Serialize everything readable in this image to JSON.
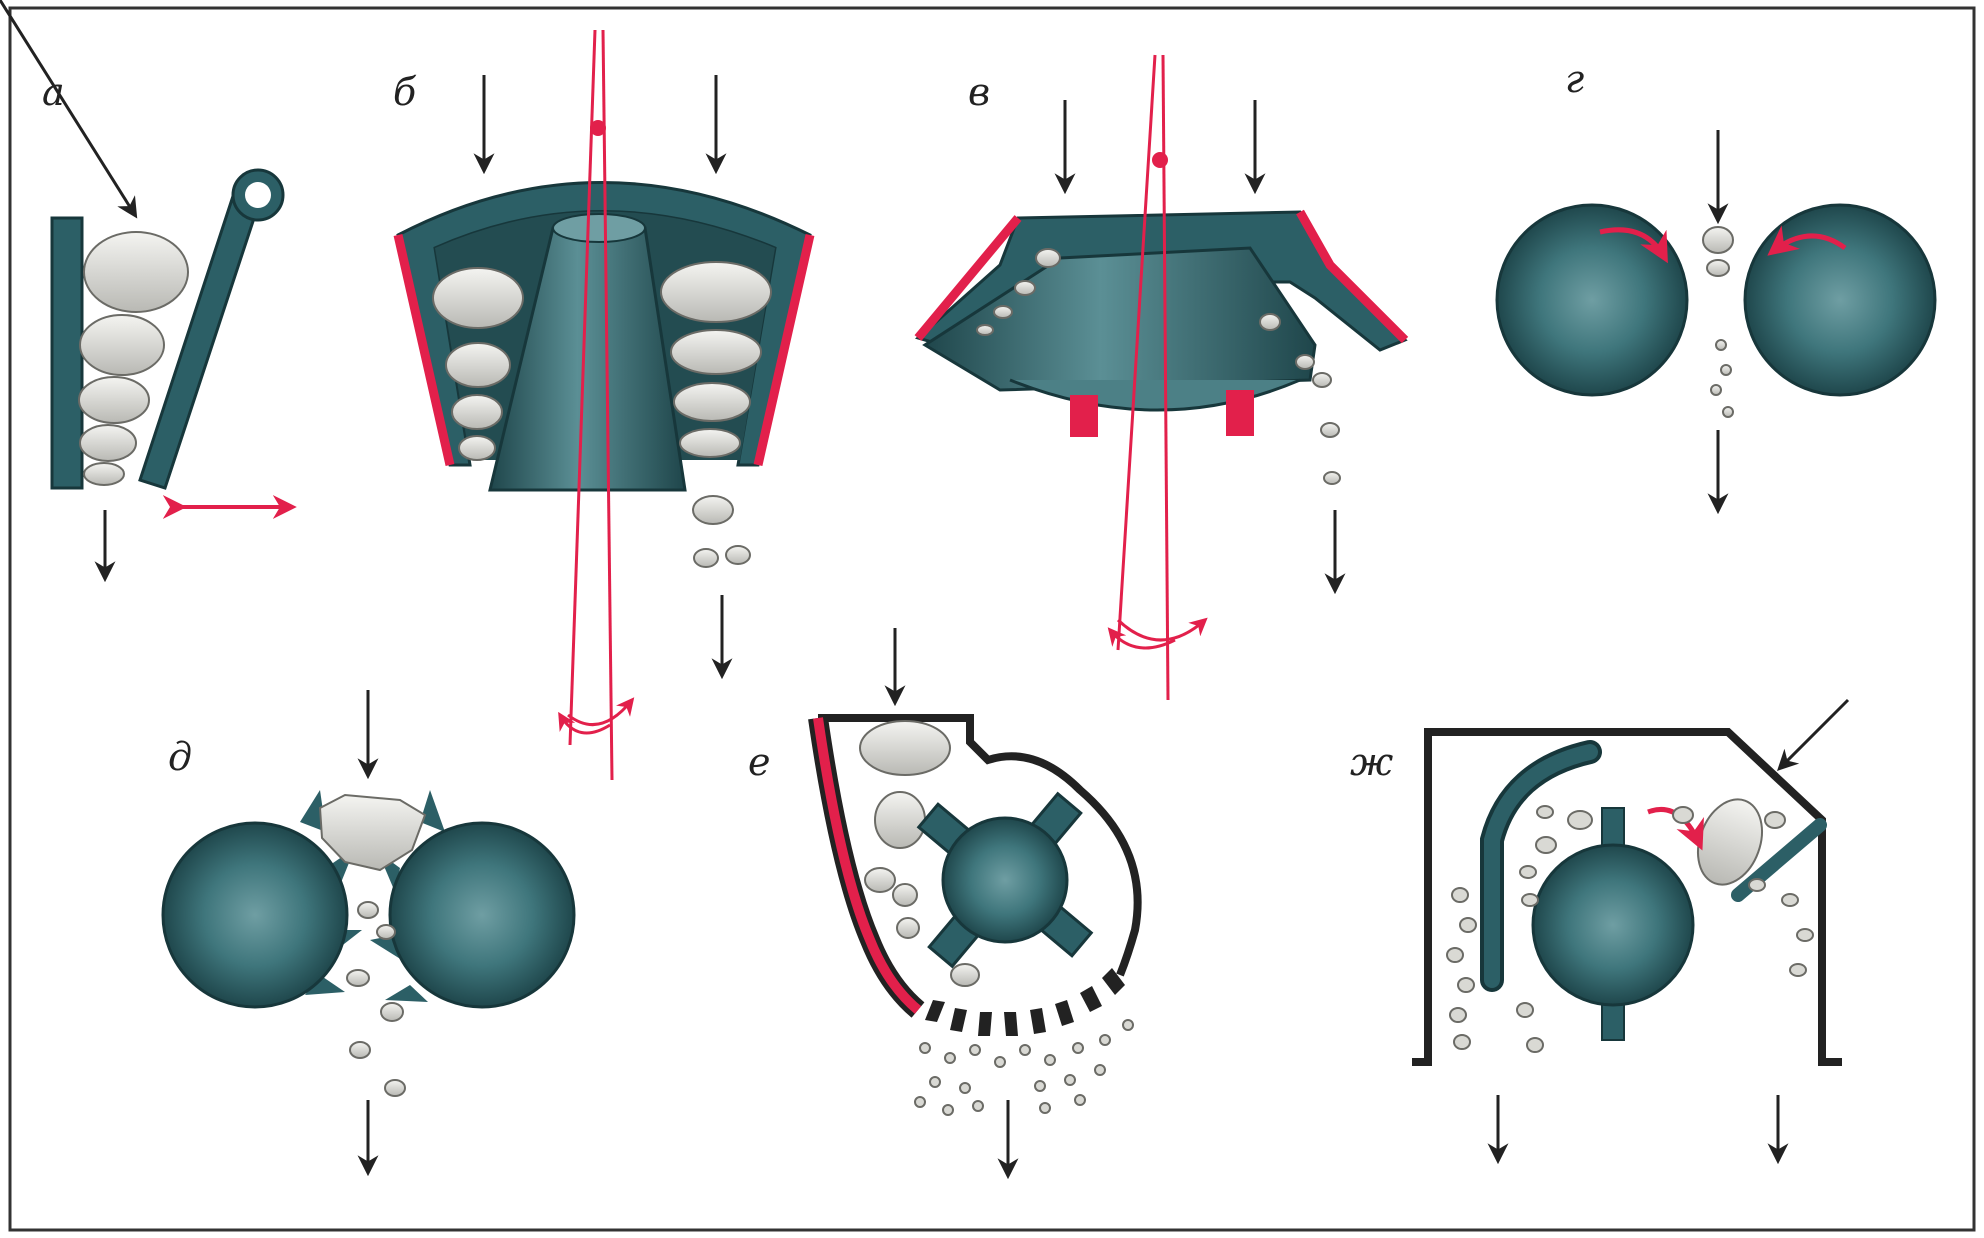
{
  "colors": {
    "steel": "#2c5f66",
    "steel_light": "#5a8d93",
    "steel_dark": "#17373b",
    "accent": "#e2204b",
    "rock": "#d9d9d4",
    "rock_edge": "#6b6b66",
    "frame": "#222222"
  },
  "panels": [
    {
      "id": "a",
      "label": "а",
      "name": "jaw-crusher"
    },
    {
      "id": "b",
      "label": "б",
      "name": "gyratory-crusher"
    },
    {
      "id": "v",
      "label": "в",
      "name": "cone-crusher"
    },
    {
      "id": "g",
      "label": "г",
      "name": "smooth-roll-crusher"
    },
    {
      "id": "d",
      "label": "д",
      "name": "toothed-roll-crusher"
    },
    {
      "id": "e",
      "label": "е",
      "name": "hammer-crusher"
    },
    {
      "id": "zh",
      "label": "ж",
      "name": "impact-crusher"
    }
  ]
}
